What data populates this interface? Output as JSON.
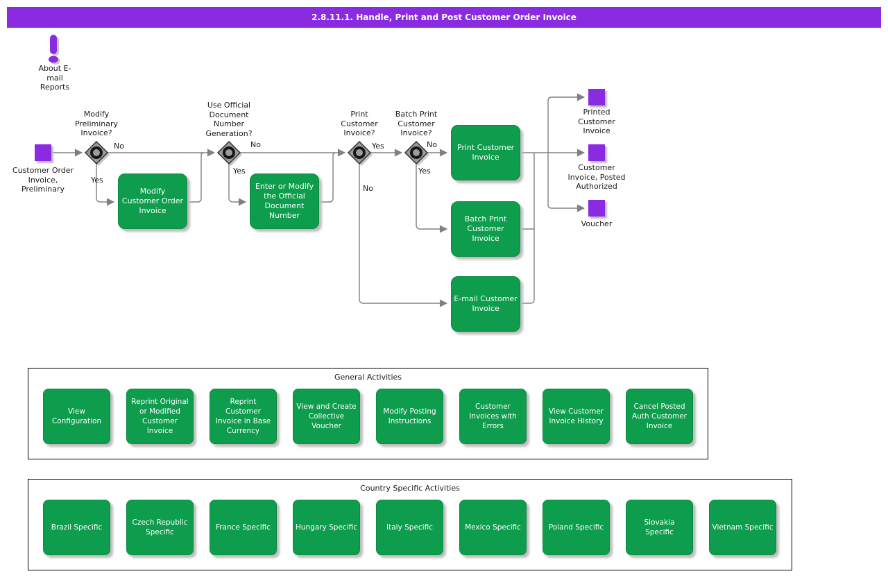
{
  "title_bar": {
    "text": "2.8.11.1. Handle, Print and Post Customer Order Invoice"
  },
  "colors": {
    "title_bar_bg": "#8A2BE2",
    "document_square": "#8A2BE2",
    "activity_green": "#0E9C4D",
    "connector_gray": "#808080",
    "gateway_fill": "#9C9C9C"
  },
  "note": {
    "label": "About E-\nmail\nReports"
  },
  "flow": {
    "start": {
      "label": "Customer Order\nInvoice,\nPreliminary"
    },
    "decisions": [
      {
        "label": "Modify\nPreliminary\nInvoice?",
        "no": "No",
        "yes": "Yes"
      },
      {
        "label": "Use Official\nDocument\nNumber\nGeneration?",
        "no": "No",
        "yes": "Yes"
      },
      {
        "label": "Print\nCustomer\nInvoice?",
        "yes": "Yes",
        "no": "No"
      },
      {
        "label": "Batch Print\nCustomer\nInvoice?",
        "no": "No",
        "yes": "Yes"
      }
    ],
    "activities": [
      {
        "label": "Modify\nCustomer Order\nInvoice"
      },
      {
        "label": "Enter or Modify\nthe Official\nDocument\nNumber"
      },
      {
        "label": "Print Customer\nInvoice"
      },
      {
        "label": "Batch Print\nCustomer\nInvoice"
      },
      {
        "label": "E-mail Customer\nInvoice"
      }
    ],
    "outputs": [
      {
        "label": "Printed\nCustomer\nInvoice"
      },
      {
        "label": "Customer\nInvoice, Posted\nAuthorized"
      },
      {
        "label": "Voucher"
      }
    ]
  },
  "general": {
    "title": "General Activities",
    "items": [
      {
        "label": "View\nConfiguration"
      },
      {
        "label": "Reprint Original\nor Modified\nCustomer\nInvoice"
      },
      {
        "label": "Reprint\nCustomer\nInvoice in Base\nCurrency"
      },
      {
        "label": "View and Create\nCollective\nVoucher"
      },
      {
        "label": "Modify Posting\nInstructions"
      },
      {
        "label": "Customer\nInvoices with\nErrors"
      },
      {
        "label": "View Customer\nInvoice History"
      },
      {
        "label": "Cancel Posted\nAuth Customer\nInvoice"
      }
    ]
  },
  "country": {
    "title": "Country Specific Activities",
    "items": [
      {
        "label": "Brazil Specific"
      },
      {
        "label": "Czech Republic\nSpecific"
      },
      {
        "label": "France Specific"
      },
      {
        "label": "Hungary Specific"
      },
      {
        "label": "Italy Specific"
      },
      {
        "label": "Mexico Specific"
      },
      {
        "label": "Poland Specific"
      },
      {
        "label": "Slovakia\nSpecific"
      },
      {
        "label": "Vietnam Specific"
      }
    ]
  }
}
